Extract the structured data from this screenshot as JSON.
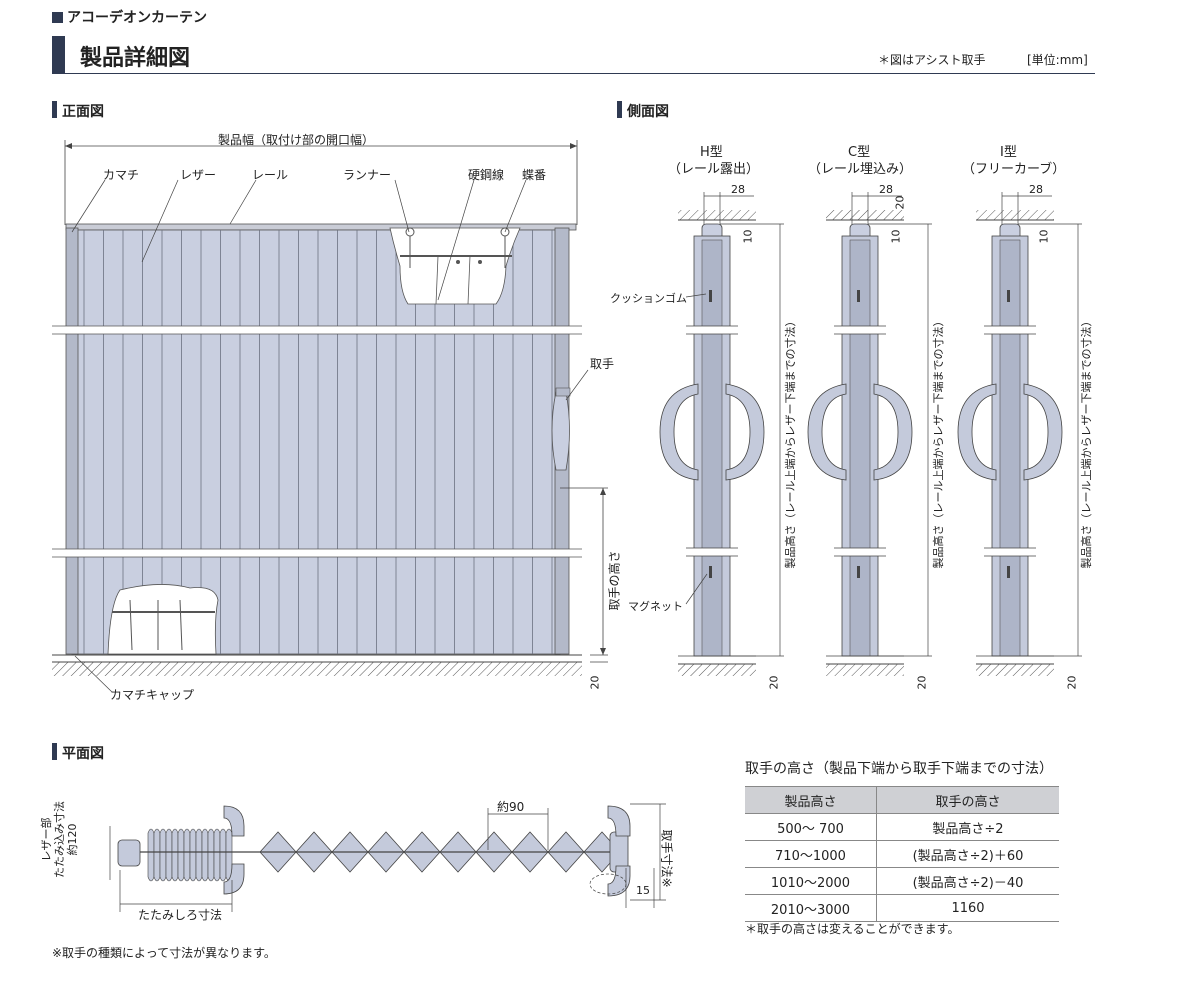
{
  "header": {
    "category": "アコーデオンカーテン",
    "title": "製品詳細図",
    "note_assist": "＊図はアシスト取手",
    "unit": "[単位:mm]"
  },
  "front_view": {
    "heading": "正面図",
    "width_label": "製品幅（取付け部の開口幅）",
    "labels": {
      "kamachi": "カマチ",
      "leather": "レザー",
      "rail": "レール",
      "runner": "ランナー",
      "wire": "硬鋼線",
      "hinge": "蝶番",
      "handle": "取手",
      "handle_height": "取手の高さ",
      "kamachi_cap": "カマチキャップ",
      "floor_gap": "20"
    }
  },
  "side_view": {
    "heading": "側面図",
    "types": [
      {
        "name": "H型",
        "sub": "（レール露出）",
        "dim_w": "28",
        "dim_h": "10",
        "dim_floor": "20",
        "vertical": "製品高さ（レール上端からレザー下端までの寸法）"
      },
      {
        "name": "C型",
        "sub": "（レール埋込み）",
        "dim_w": "28",
        "dim_h": "10",
        "dim_top": "20",
        "dim_floor": "20",
        "vertical": "製品高さ（レール上端からレザー下端までの寸法）"
      },
      {
        "name": "I型",
        "sub": "（フリーカーブ）",
        "dim_w": "28",
        "dim_h": "10",
        "dim_floor": "20",
        "vertical": "製品高さ（レール上端からレザー下端までの寸法）"
      }
    ],
    "labels": {
      "cushion": "クッションゴム",
      "magnet": "マグネット"
    }
  },
  "plan_view": {
    "heading": "平面図",
    "pitch": "約90",
    "fold_label": "たたみしろ寸法",
    "leather_fold": "レザー部\nたたみ込み寸法\n約120",
    "handle_dim": "取手寸法※",
    "dim_15": "15",
    "note": "※取手の種類によって寸法が異なります。"
  },
  "handle_table": {
    "title": "取手の高さ（製品下端から取手下端までの寸法）",
    "headers": [
      "製品高さ",
      "取手の高さ"
    ],
    "rows": [
      [
        "500～ 700",
        "製品高さ÷2"
      ],
      [
        "710～1000",
        "(製品高さ÷2)＋60"
      ],
      [
        "1010～2000",
        "(製品高さ÷2)－40"
      ],
      [
        "2010～3000",
        "1160"
      ]
    ],
    "note": "＊取手の高さは変えることができます。"
  }
}
